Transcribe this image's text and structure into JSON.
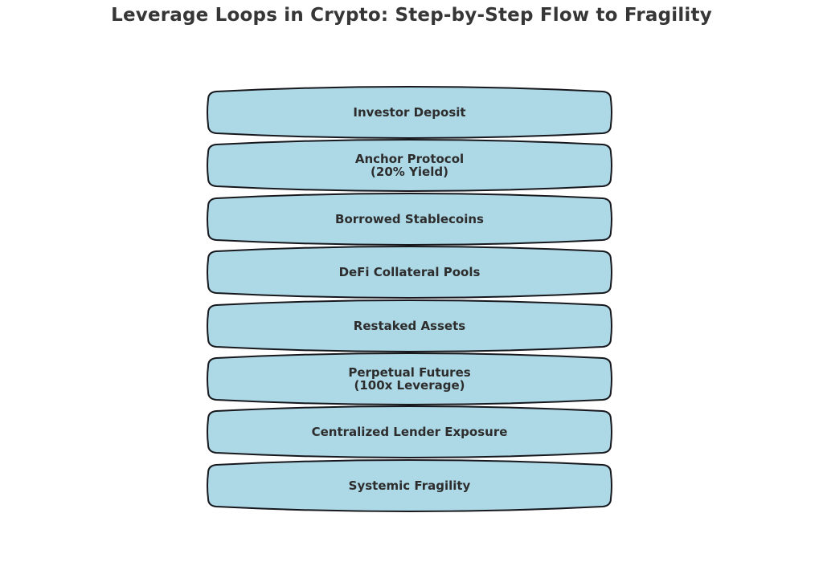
{
  "title": "Leverage Loops in Crypto: Step-by-Step Flow to Fragility",
  "colors": {
    "page_bg": "#ffffff",
    "box_fill": "#add8e6",
    "box_border": "#16181d",
    "box_text": "#2d2d2d",
    "title_color": "#363636"
  },
  "boxes": [
    {
      "label": "Investor Deposit"
    },
    {
      "label": "Anchor Protocol\n(20% Yield)"
    },
    {
      "label": "Borrowed Stablecoins"
    },
    {
      "label": "DeFi Collateral Pools"
    },
    {
      "label": "Restaked Assets"
    },
    {
      "label": "Perpetual Futures\n(100x Leverage)"
    },
    {
      "label": "Centralized Lender Exposure"
    },
    {
      "label": "Systemic Fragility"
    }
  ]
}
